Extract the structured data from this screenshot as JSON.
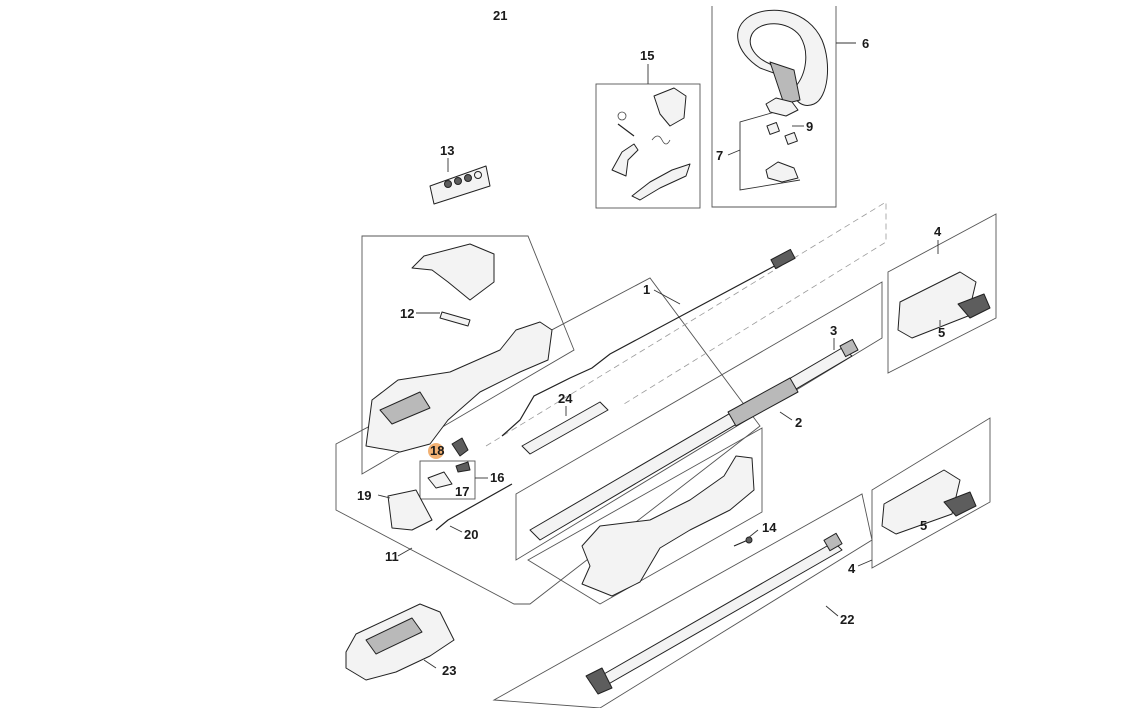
{
  "callouts": {
    "c1": "1",
    "c2": "2",
    "c3": "3",
    "c4a": "4",
    "c4b": "4",
    "c5a": "5",
    "c5b": "5",
    "c6": "6",
    "c7": "7",
    "c9": "9",
    "c11": "11",
    "c12": "12",
    "c13": "13",
    "c14": "14",
    "c15": "15",
    "c16": "16",
    "c17": "17",
    "c18": "18",
    "c19": "19",
    "c20": "20",
    "c21": "21",
    "c22": "22",
    "c23": "23",
    "c24": "24"
  },
  "colors": {
    "highlight_marker": "#f0a35a",
    "line": "#222222",
    "box": "#555555"
  }
}
